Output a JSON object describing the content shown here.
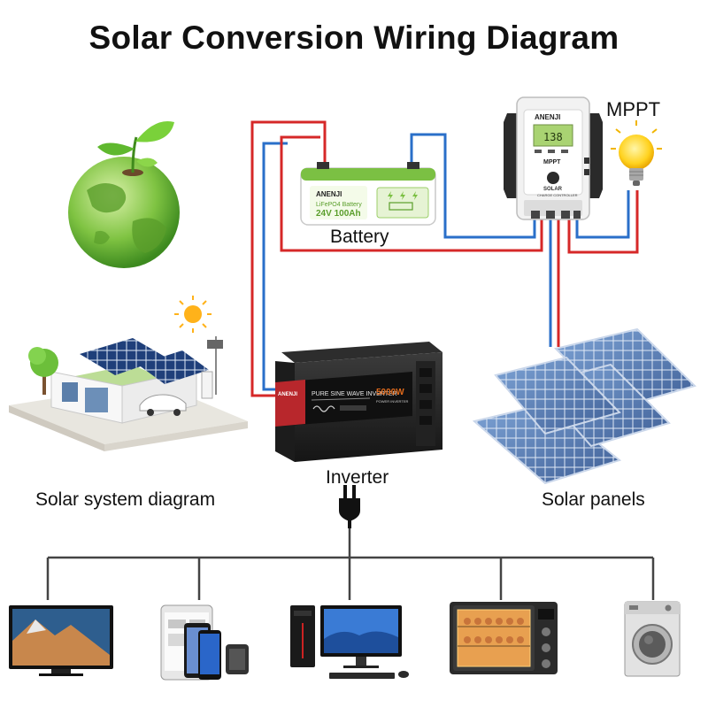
{
  "title": "Solar Conversion Wiring Diagram",
  "labels": {
    "battery": "Battery",
    "mppt": "MPPT",
    "inverter": "Inverter",
    "solar_system": "Solar system diagram",
    "solar_panels": "Solar panels"
  },
  "battery_device": {
    "brand": "ANENJI",
    "type_text": "LiFePO4 Battery",
    "rating": "24V 100Ah"
  },
  "mppt_device": {
    "brand": "ANENJI",
    "display": "138",
    "name": "MPPT",
    "caption_1": "SOLAR",
    "caption_2": "CHARGE CONTROLLER"
  },
  "inverter_device": {
    "brand": "ANENJI",
    "model": "PURE SINE WAVE INVERTER",
    "power": "5000W",
    "sub": "POWER INVERTER"
  },
  "appliances": [
    "tv-icon",
    "phone-tablet-icon",
    "desktop-pc-icon",
    "oven-icon",
    "washing-machine-icon"
  ],
  "colors": {
    "positive_wire": "#d62828",
    "negative_wire": "#2a6fc9",
    "load_wire": "#444444",
    "battery_green": "#7bc043"
  }
}
